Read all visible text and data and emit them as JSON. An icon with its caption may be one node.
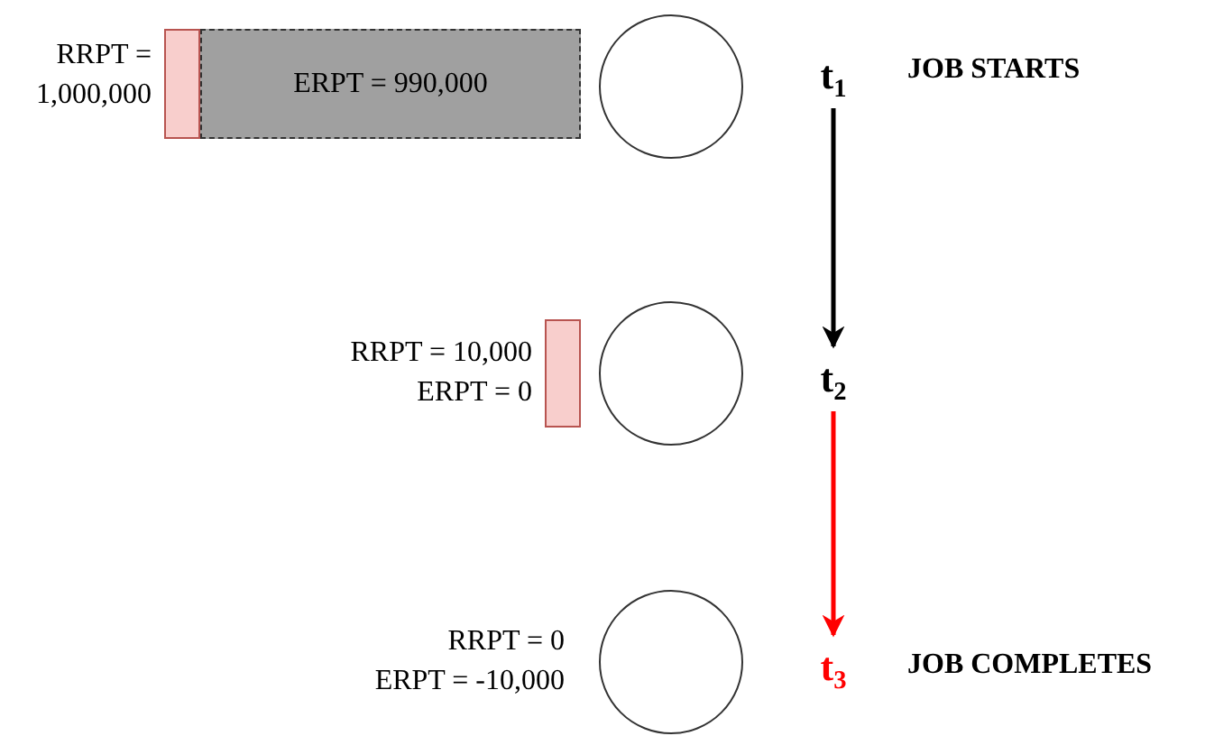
{
  "diagram": {
    "nodes": [
      {
        "text": [],
        "shape": "bar"
      },
      {
        "text": [
          "ERPT = 990,000"
        ]
      },
      {
        "text": [],
        "shape": "circle"
      },
      {
        "text": [
          "t$_{1}$"
        ],
        "beside": [
          "JOB STARTS"
        ]
      },
      {
        "text": [],
        "shape": "bar"
      },
      {
        "text": [],
        "shape": "circle"
      },
      {
        "text": [
          "t$_{2}$"
        ]
      },
      {
        "text": [],
        "shape": "circle"
      },
      {
        "text": [
          "t$_{3}$"
        ],
        "beside": [
          "JOB COMPLETES"
        ]
      }
    ],
    "edges": [
      {
        "from": 3,
        "to": 6,
        "arrow": "to"
      },
      {
        "from": 6,
        "to": 8,
        "arrow": "to",
        "color": "#ff0000"
      }
    ],
    "labels": [
      "RRPT = 1,000,000",
      "RRPT = 10,000",
      "ERPT = 0",
      "RRPT = 0",
      "ERPT = -10,000"
    ]
  }
}
